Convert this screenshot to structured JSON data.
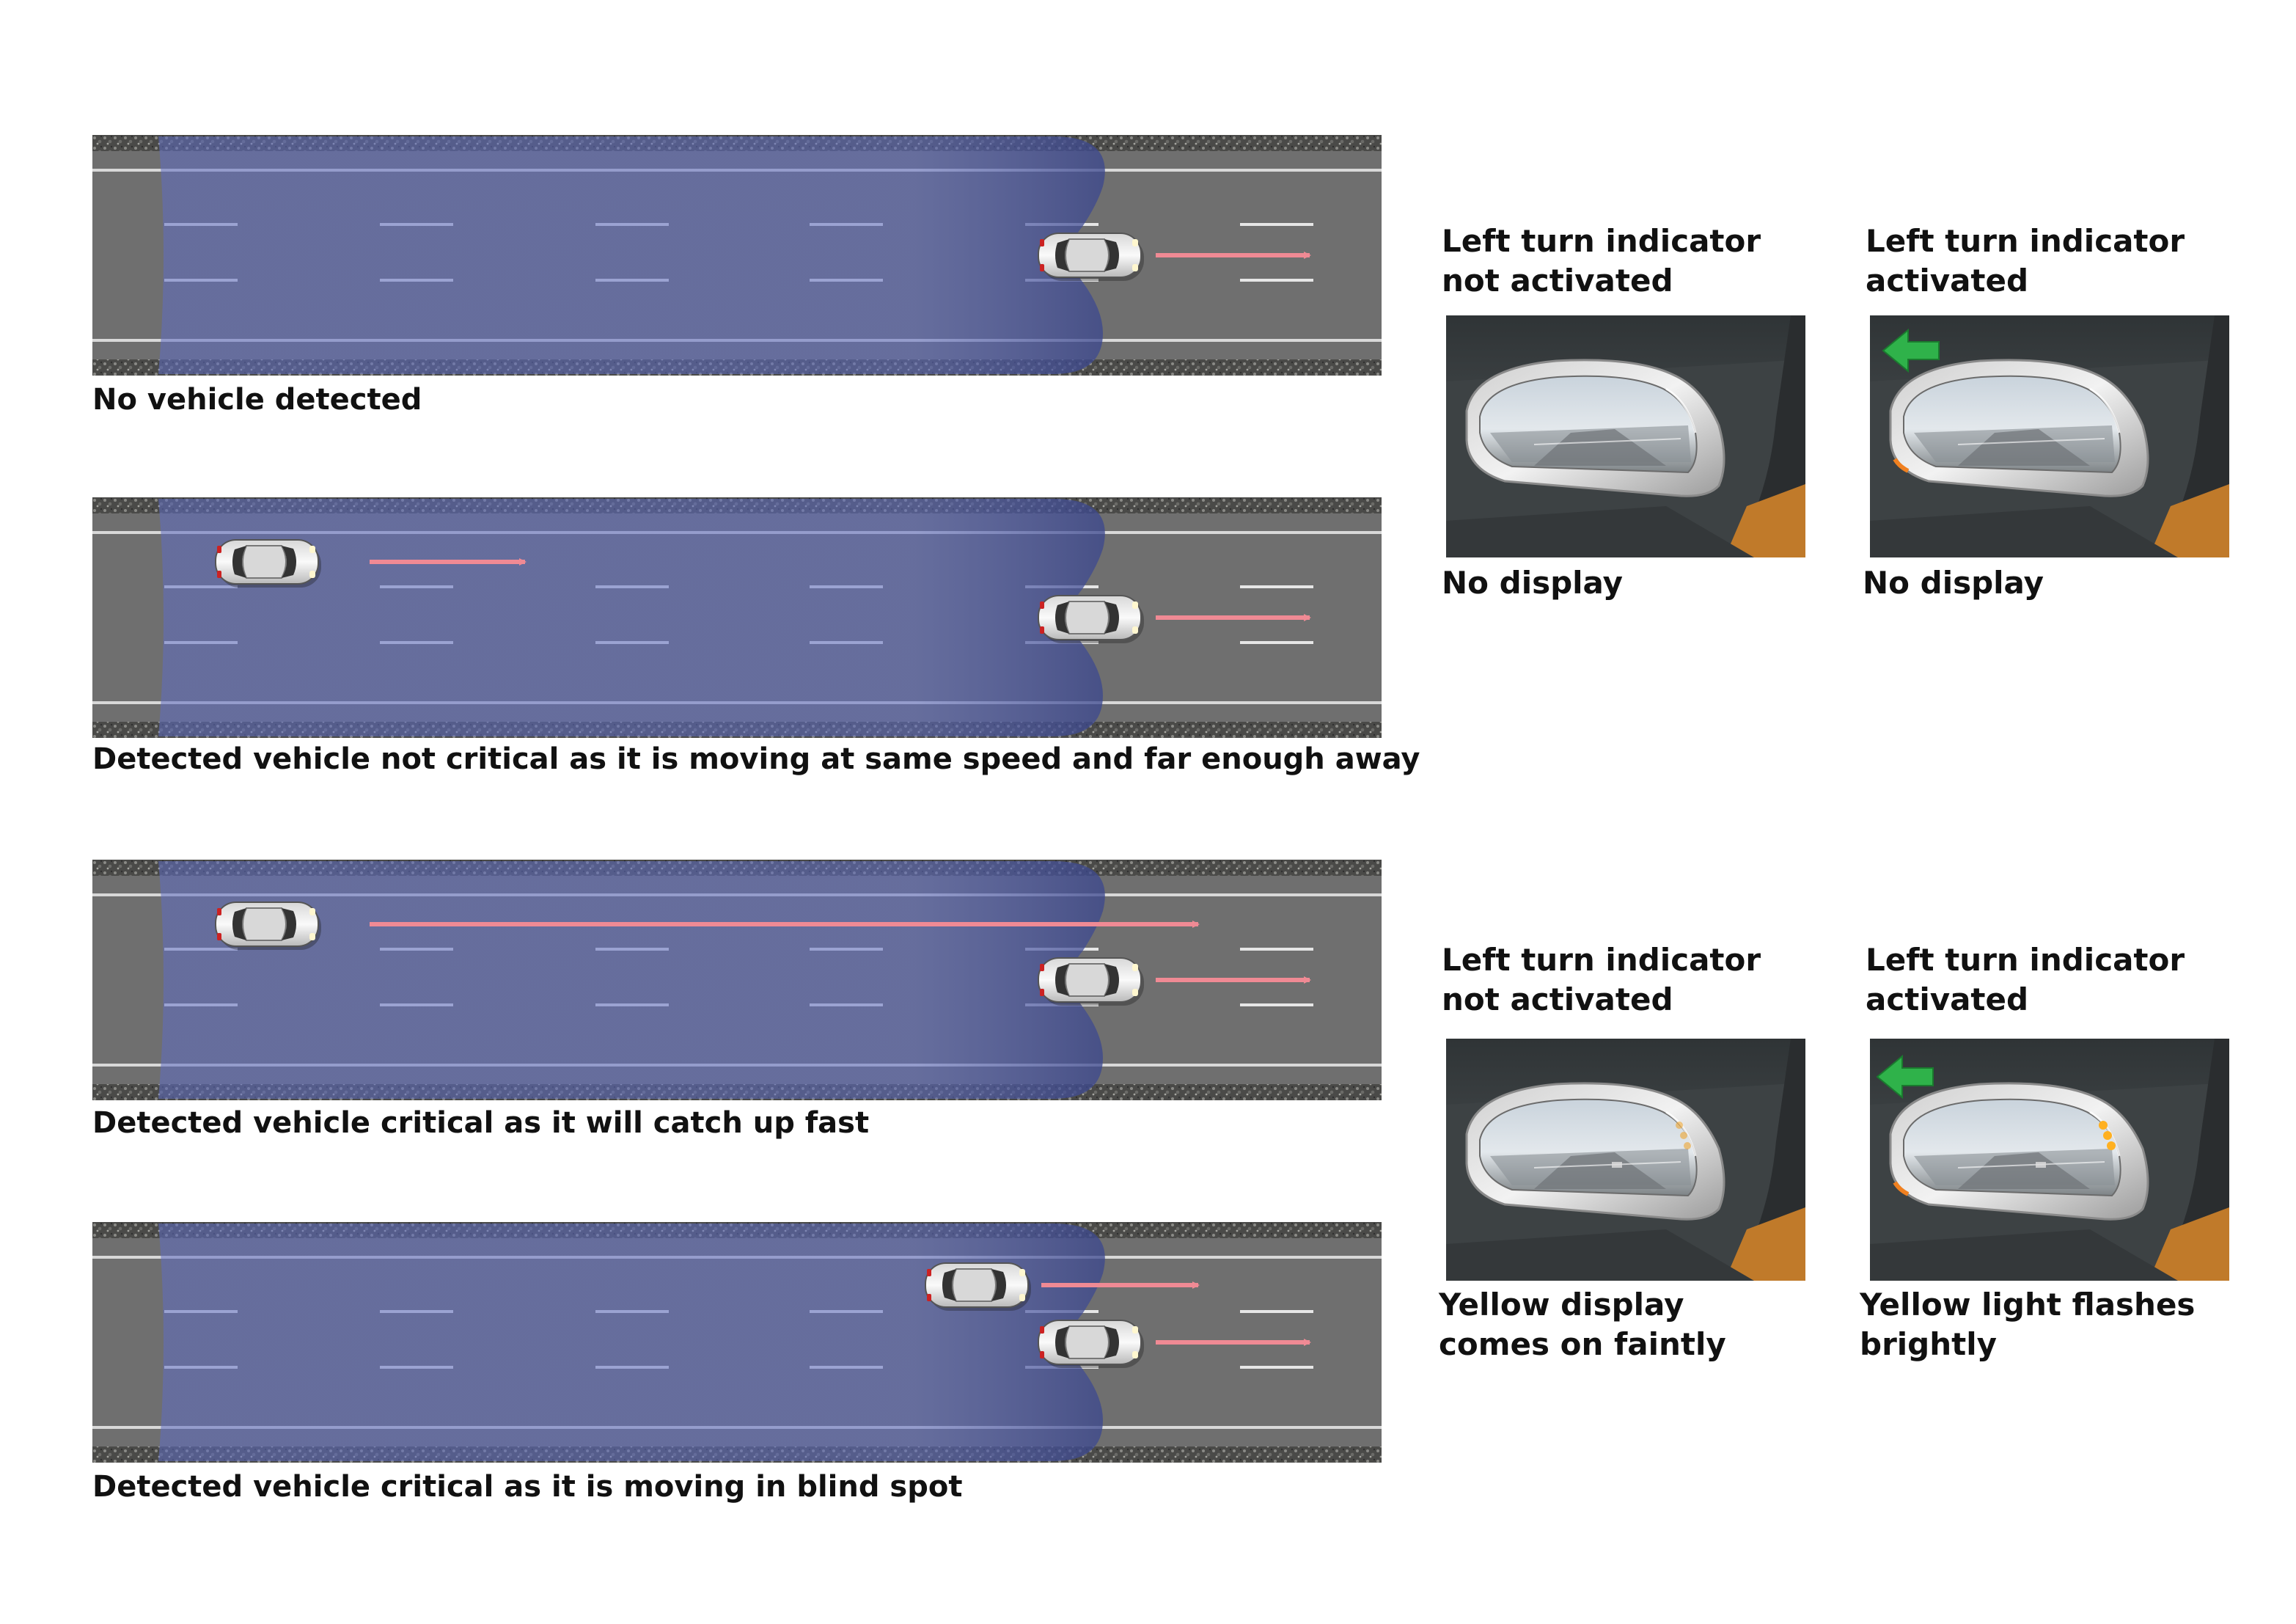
{
  "scenarios": [
    {
      "caption": "No vehicle detected",
      "overtaking_arrow": "none"
    },
    {
      "caption": "Detected vehicle not critical as it is moving at same speed and far enough away",
      "overtaking_arrow": "short"
    },
    {
      "caption": "Detected vehicle critical as it will catch up fast",
      "overtaking_arrow": "long"
    },
    {
      "caption": "Detected vehicle critical as it is moving in blind spot",
      "overtaking_arrow": "blind-spot"
    }
  ],
  "mirror_panels": [
    {
      "title": "Left turn indicator\nnot activated",
      "status": "No display",
      "green_arrow": false,
      "yellow_leds": "off"
    },
    {
      "title": "Left turn indicator\nactivated",
      "status": "No display",
      "green_arrow": true,
      "yellow_leds": "off"
    },
    {
      "title": "Left turn indicator\nnot activated",
      "status": "Yellow display\ncomes on faintly",
      "green_arrow": false,
      "yellow_leds": "faint"
    },
    {
      "title": "Left turn indicator\nactivated",
      "status": "Yellow light flashes\nbrightly",
      "green_arrow": true,
      "yellow_leds": "bright"
    }
  ],
  "colors": {
    "detection_zone": "#5e6cc2",
    "motion_arrow": "#f08a94",
    "turn_arrow": "#2fb24a",
    "indicator_led": "#f0a020",
    "road": "#6f6f6f"
  }
}
